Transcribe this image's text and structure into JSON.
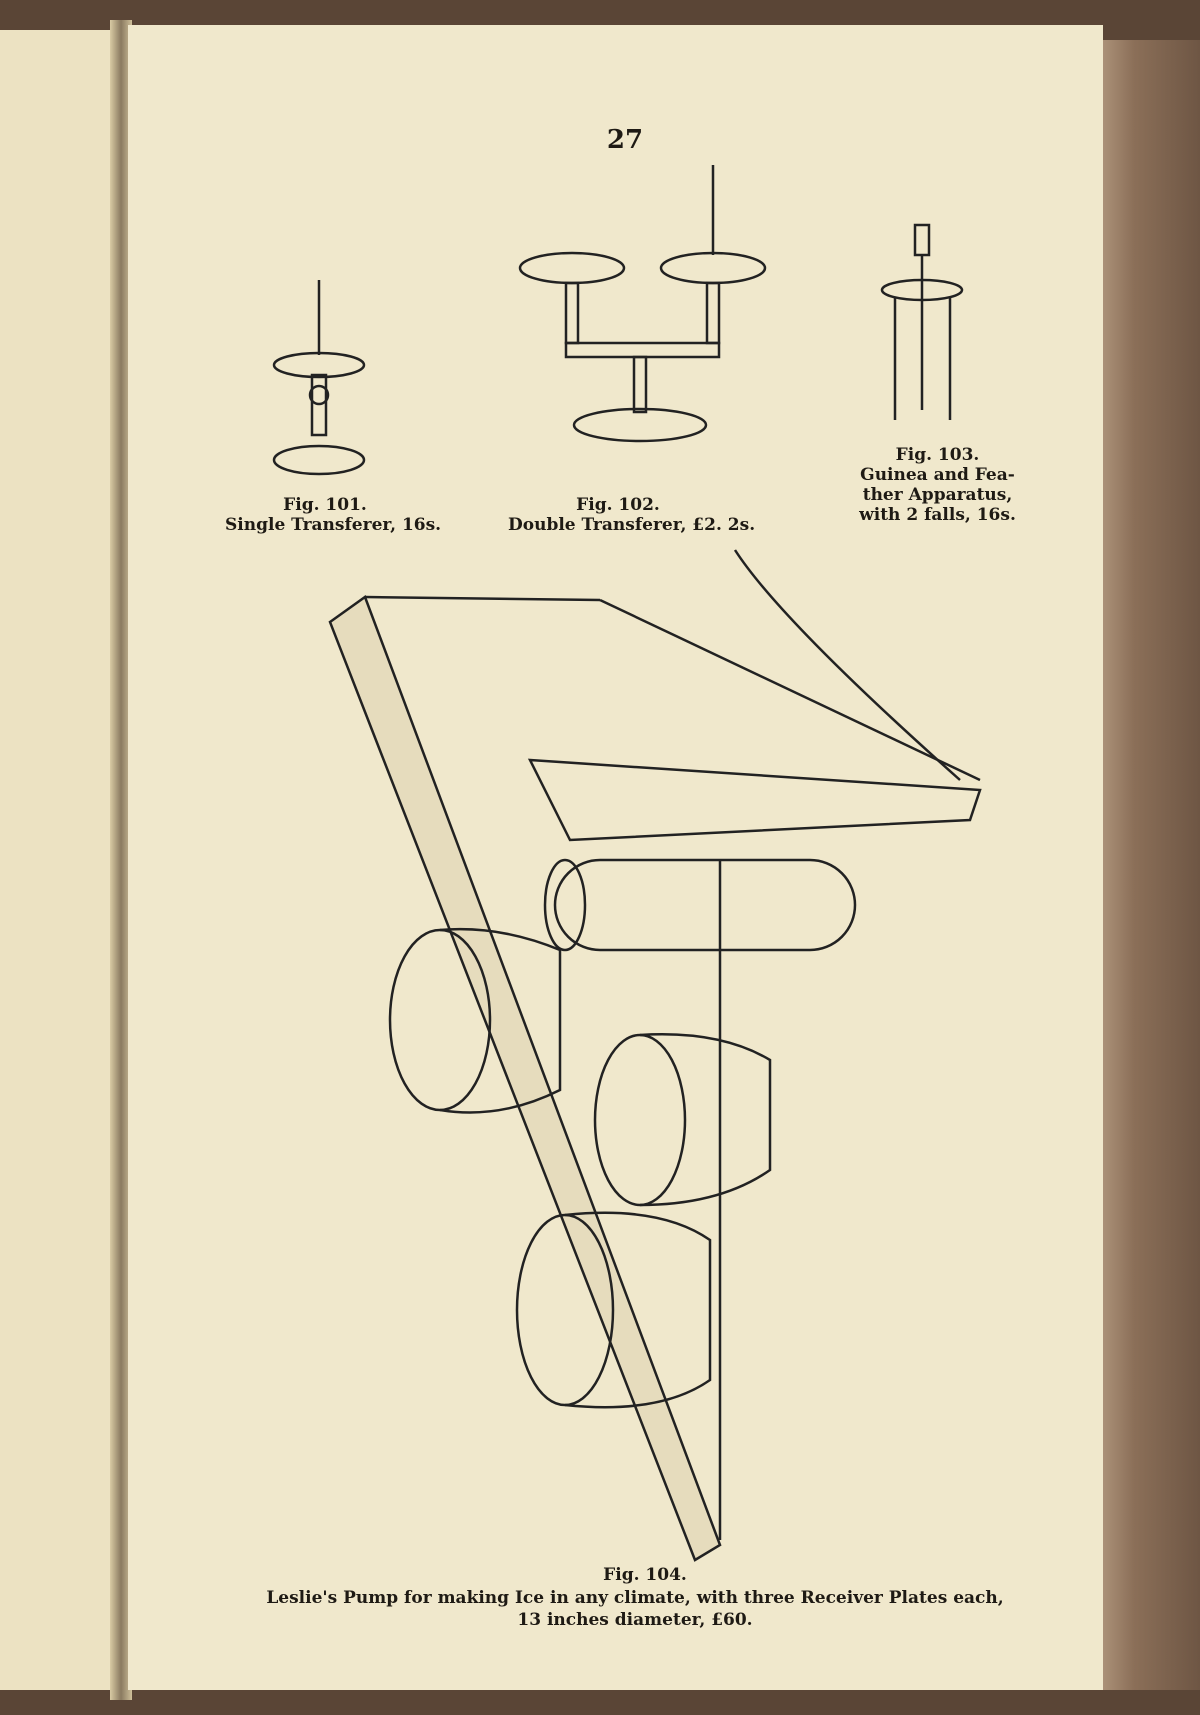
{
  "page_number": "27",
  "figures": [
    {
      "number": "Fig. 101.",
      "caption": "Single Transferer, 16s."
    },
    {
      "number": "Fig. 102.",
      "caption": "Double Transferer, £2. 2s."
    },
    {
      "number": "Fig. 103.",
      "caption_lines": [
        "Guinea and Fea-",
        "ther Apparatus,",
        "with 2 falls, 16s."
      ]
    },
    {
      "number": "Fig. 104.",
      "caption_lines": [
        "Leslie's Pump for making Ice in any climate, with three Receiver Plates each,",
        "13 inches diameter, £60."
      ]
    }
  ]
}
